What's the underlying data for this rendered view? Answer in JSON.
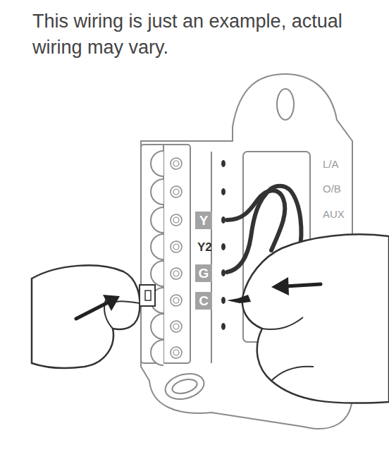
{
  "diagram": {
    "title": "This wiring is just an example, actual wiring may vary.",
    "nodes": [
      {
        "text": [
          "Y"
        ]
      },
      {
        "text": [
          "G"
        ]
      },
      {
        "text": [
          "C"
        ]
      }
    ],
    "labels": [
      "L/A",
      "O/B",
      "AUX",
      "Y2"
    ]
  }
}
